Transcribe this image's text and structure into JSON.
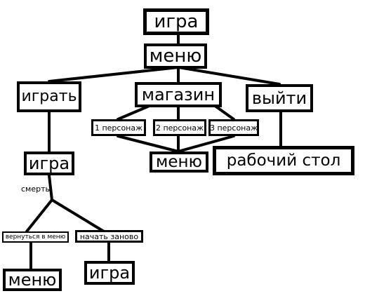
{
  "nodes": {
    "game_top": "игра",
    "menu_top": "меню",
    "play": "играть",
    "shop": "магазин",
    "quit": "выйти",
    "char1": "1 персонаж",
    "char2": "2 персонаж",
    "char3": "3 персонаж",
    "menu_shop": "меню",
    "desktop": "рабочий стол",
    "game_mid": "игра",
    "return_menu": "вернуться в меню",
    "restart": "начать заново",
    "menu_bottom": "меню",
    "game_bottom": "игра"
  },
  "edge_labels": {
    "death": "смерть"
  },
  "colors": {
    "line": "#000000",
    "box_fill": "#ffffff",
    "text": "#000000"
  }
}
